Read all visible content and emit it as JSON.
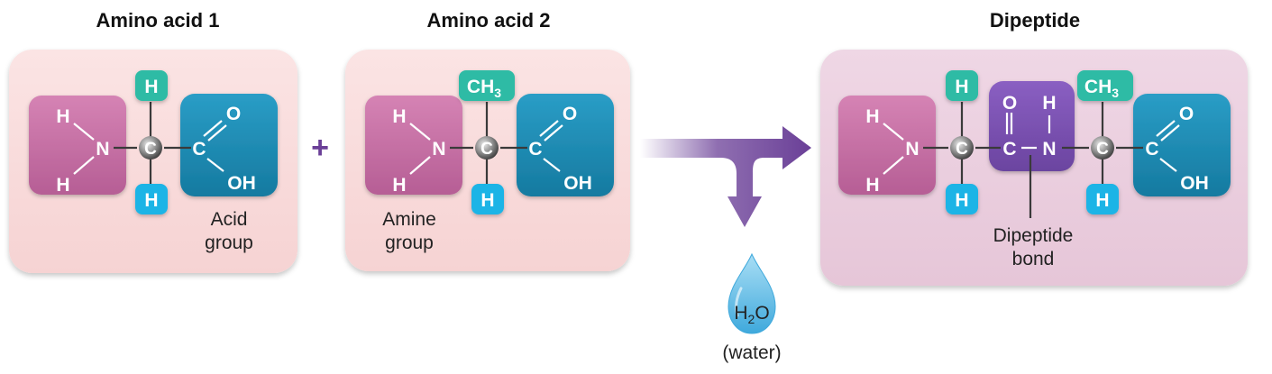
{
  "titles": {
    "amino_acid_1": "Amino acid 1",
    "amino_acid_2": "Amino acid 2",
    "dipeptide": "Dipeptide"
  },
  "plus_sign": "+",
  "atoms": {
    "H": "H",
    "N": "N",
    "C": "C",
    "O": "O",
    "OH": "OH",
    "CH": "CH",
    "sub3": "3"
  },
  "labels": {
    "acid_group_line1": "Acid",
    "acid_group_line2": "group",
    "amine_group_line1": "Amine",
    "amine_group_line2": "group",
    "dipeptide_bond_line1": "Dipeptide",
    "dipeptide_bond_line2": "bond",
    "water_formula_h": "H",
    "water_formula_sub": "2",
    "water_formula_o": "O",
    "water_caption": "(water)"
  },
  "colors": {
    "panel_pink": "#f9dcdc",
    "panel_mauve": "#ecd0e0",
    "amine_box": "#c770a4",
    "acid_box": "#1a8cb6",
    "bond_box": "#7a4fb0",
    "h_teal": "#2dbba5",
    "h_blue": "#1eb4e6",
    "arrow_purple": "#6a3f97",
    "water_blue": "#6fc5ea"
  }
}
